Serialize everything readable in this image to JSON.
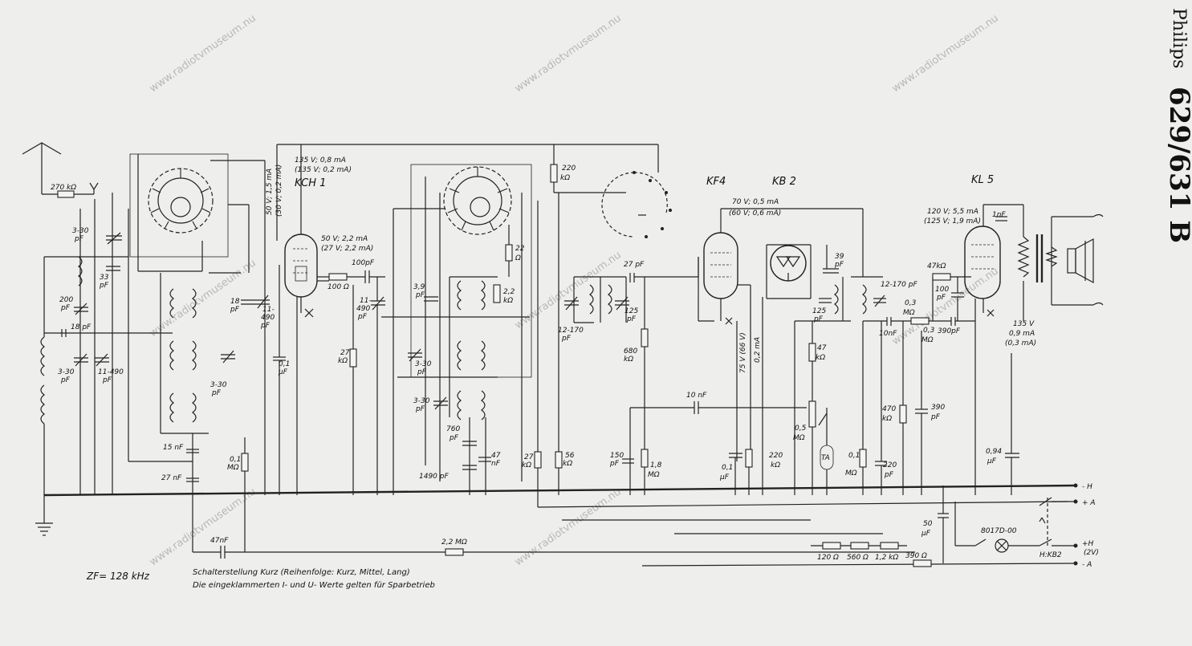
{
  "header": {
    "brand": "Philips",
    "model": "629/631 B"
  },
  "watermark": "www.radiotvmuseum.nu",
  "tubes": [
    {
      "id": "kch1",
      "label": "KCH 1",
      "current": "135 V; 0,8 mA",
      "current_saving": "(135 V; 0,2 mA)",
      "grid_note": "50 V; 2,2 mA",
      "grid_note_saving": "(27 V; 2,2 mA)",
      "screen_note": "50 V; 1,5 mA",
      "screen_note_saving": "(30 V; 0,2 mA)"
    },
    {
      "id": "kf4",
      "label": "KF4",
      "current": "70 V; 0,5 mA",
      "current_saving": "(60 V; 0,6 mA)",
      "screen_note": "75 V (66 V)",
      "screen_current": "0,2 mA"
    },
    {
      "id": "kb2",
      "label": "KB 2"
    },
    {
      "id": "kl5",
      "label": "KL 5",
      "current": "120 V; 5,5 mA",
      "current_saving": "(125 V; 1,9 mA)",
      "screen_note": "135 V",
      "screen_current": "0,9 mA",
      "screen_current_saving": "(0,3 mA)"
    }
  ],
  "components": {
    "r_270k": "270 kΩ",
    "c_3_30_a": "3-30",
    "c_3_30_a_unit": "pF",
    "c_33": "33",
    "c_33_unit": "pF",
    "c_200": "200",
    "c_200_unit": "pF",
    "c_18_a": "18 pF",
    "c_3_30_b": "3-30",
    "c_3_30_b_unit": "pF",
    "c_11_490_a": "11-490",
    "c_11_490_a_unit": "pF",
    "c_18_b": "18",
    "c_18_b_unit": "pF",
    "c_11_490_b": "11-",
    "c_11_490_b2": "490",
    "c_11_490_b_unit": "pF",
    "c_3_30_c": "3-30",
    "c_3_30_c_unit": "pF",
    "c_15n": "15 nF",
    "c_27n": "27 nF",
    "r_01m_a": "0,1",
    "r_01m_a_unit": "MΩ",
    "c_01u_a": "0,1",
    "c_01u_a_unit": "μF",
    "c_47n": "47nF",
    "r_22m": "2,2 MΩ",
    "r_100": "100 Ω",
    "c_100p": "100pF",
    "c_11_490_c": "11-",
    "c_11_490_c2": "490",
    "c_11_490_c_unit": "pF",
    "r_27k_a": "27",
    "r_27k_a_unit": "kΩ",
    "c_39p": "3,9",
    "c_39p_unit": "pF",
    "r_22": "22",
    "r_22_unit": "Ω",
    "r_22k": "2,2",
    "r_22k_unit": "kΩ",
    "c_3_30_d": "3-30",
    "c_3_30_d_unit": "pF",
    "c_3_30_e": "3-30",
    "c_3_30_e_unit": "pF",
    "c_760": "760",
    "c_760_unit": "pF",
    "c_47nf": "47",
    "c_47nf_unit": "nF",
    "c_1490": "1490 pF",
    "r_27k_b": "27",
    "r_27k_b_unit": "kΩ",
    "r_56k": "56",
    "r_56k_unit": "kΩ",
    "r_220k_a": "220",
    "r_220k_a_unit": "kΩ",
    "c_27p": "27 pF",
    "c_12_170_a": "12-170",
    "c_12_170_a_unit": "pF",
    "c_125_a": "125",
    "c_125_a_unit": "pF",
    "r_680k": "680",
    "r_680k_unit": "kΩ",
    "c_10n_a": "10 nF",
    "c_150": "150",
    "c_150_unit": "pF",
    "r_18m": "1,8",
    "r_18m_unit": "MΩ",
    "c_01u_b": "0,1",
    "c_01u_b_unit": "μF",
    "r_220k_b": "220",
    "r_220k_b_unit": "kΩ",
    "c_39": "39",
    "c_39_unit": "pF",
    "c_125_b": "125",
    "c_125_b_unit": "pF",
    "r_47k_a": "47",
    "r_47k_a_unit": "kΩ",
    "pot_05m": "0,5",
    "pot_05m_unit": "MΩ",
    "ta": "TA",
    "c_12_170_b": "12-170 pF",
    "c_10n_b": "10nF",
    "pot_03m_a": "0,3",
    "pot_03m_a_unit": "MΩ",
    "pot_03m_b": "0,3",
    "pot_03m_b_unit": "MΩ",
    "c_390p": "390pF",
    "r_47k_b": "47kΩ",
    "c_100_b": "100",
    "c_100_b_unit": "pF",
    "r_470k": "470",
    "r_470k_unit": "kΩ",
    "c_390_b": "390",
    "c_390_b_unit": "pF",
    "r_01m_b": "0,1",
    "r_01m_b_unit": "MΩ",
    "c_220_b": "220",
    "c_220_b_unit": "pF",
    "c_1n": "1nF",
    "c_094": "0,94",
    "c_094_unit": "μF",
    "c_50": "50",
    "c_50_unit": "μF",
    "r_120": "120 Ω",
    "r_560": "560 Ω",
    "r_12k": "1,2 kΩ",
    "r_390": "390 Ω",
    "lamp": "8017D-00"
  },
  "terminals": {
    "minus_h": "- H",
    "plus_a": "+ A",
    "plus_h": "+H",
    "kb2_supply": "H:KB2",
    "volts_2": "(2V)",
    "minus_a": "- A"
  },
  "footer": {
    "zf": "ZF= 128 kHz",
    "switch_note": "Schalterstellung Kurz (Reihenfolge: Kurz, Mittel, Lang)",
    "values_note": "Die eingeklammerten I- und U- Werte gelten für Sparbetrieb"
  }
}
